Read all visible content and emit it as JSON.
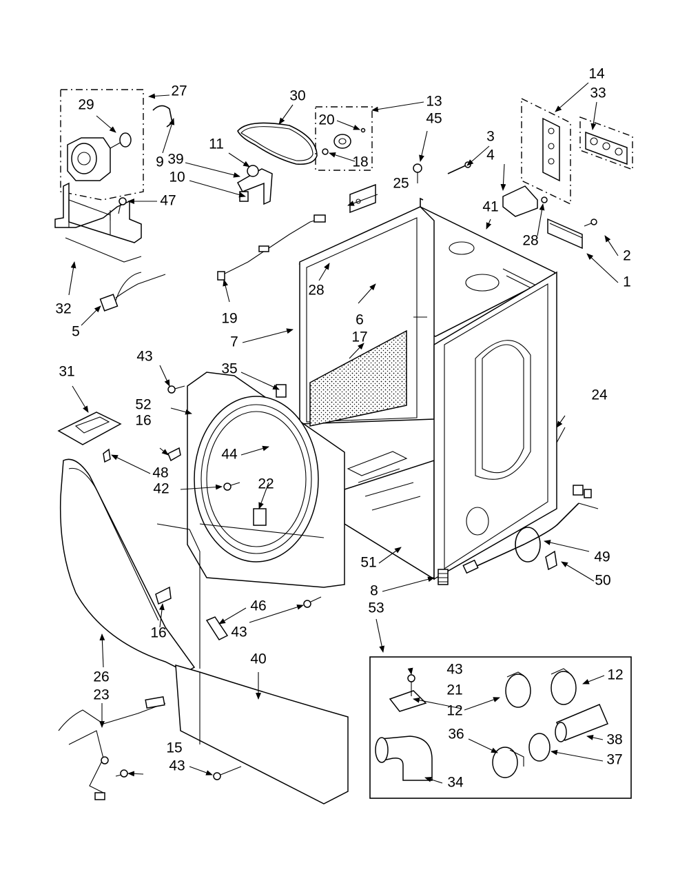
{
  "callouts": [
    {
      "id": "c1",
      "text": "1"
    },
    {
      "id": "c2",
      "text": "2"
    },
    {
      "id": "c3",
      "text": "3"
    },
    {
      "id": "c4",
      "text": "4"
    },
    {
      "id": "c5",
      "text": "5"
    },
    {
      "id": "c6",
      "text": "6"
    },
    {
      "id": "c7",
      "text": "7"
    },
    {
      "id": "c8",
      "text": "8"
    },
    {
      "id": "c9",
      "text": "9"
    },
    {
      "id": "c10",
      "text": "10"
    },
    {
      "id": "c11",
      "text": "11"
    },
    {
      "id": "c12a",
      "text": "12"
    },
    {
      "id": "c12b",
      "text": "12"
    },
    {
      "id": "c13",
      "text": "13"
    },
    {
      "id": "c14",
      "text": "14"
    },
    {
      "id": "c15",
      "text": "15"
    },
    {
      "id": "c16a",
      "text": "16"
    },
    {
      "id": "c16b",
      "text": "16"
    },
    {
      "id": "c17",
      "text": "17"
    },
    {
      "id": "c18",
      "text": "18"
    },
    {
      "id": "c19",
      "text": "19"
    },
    {
      "id": "c20",
      "text": "20"
    },
    {
      "id": "c21",
      "text": "21"
    },
    {
      "id": "c22",
      "text": "22"
    },
    {
      "id": "c23",
      "text": "23"
    },
    {
      "id": "c24",
      "text": "24"
    },
    {
      "id": "c25",
      "text": "25"
    },
    {
      "id": "c26",
      "text": "26"
    },
    {
      "id": "c27",
      "text": "27"
    },
    {
      "id": "c28a",
      "text": "28"
    },
    {
      "id": "c28b",
      "text": "28"
    },
    {
      "id": "c29",
      "text": "29"
    },
    {
      "id": "c30",
      "text": "30"
    },
    {
      "id": "c31",
      "text": "31"
    },
    {
      "id": "c32",
      "text": "32"
    },
    {
      "id": "c33",
      "text": "33"
    },
    {
      "id": "c34",
      "text": "34"
    },
    {
      "id": "c35",
      "text": "35"
    },
    {
      "id": "c36",
      "text": "36"
    },
    {
      "id": "c37",
      "text": "37"
    },
    {
      "id": "c38",
      "text": "38"
    },
    {
      "id": "c39",
      "text": "39"
    },
    {
      "id": "c40",
      "text": "40"
    },
    {
      "id": "c41",
      "text": "41"
    },
    {
      "id": "c42",
      "text": "42"
    },
    {
      "id": "c43a",
      "text": "43"
    },
    {
      "id": "c43b",
      "text": "43"
    },
    {
      "id": "c43c",
      "text": "43"
    },
    {
      "id": "c43d",
      "text": "43"
    },
    {
      "id": "c44",
      "text": "44"
    },
    {
      "id": "c45",
      "text": "45"
    },
    {
      "id": "c46",
      "text": "46"
    },
    {
      "id": "c47",
      "text": "47"
    },
    {
      "id": "c48",
      "text": "48"
    },
    {
      "id": "c49",
      "text": "49"
    },
    {
      "id": "c50",
      "text": "50"
    },
    {
      "id": "c51",
      "text": "51"
    },
    {
      "id": "c52",
      "text": "52"
    },
    {
      "id": "c53",
      "text": "53"
    }
  ]
}
